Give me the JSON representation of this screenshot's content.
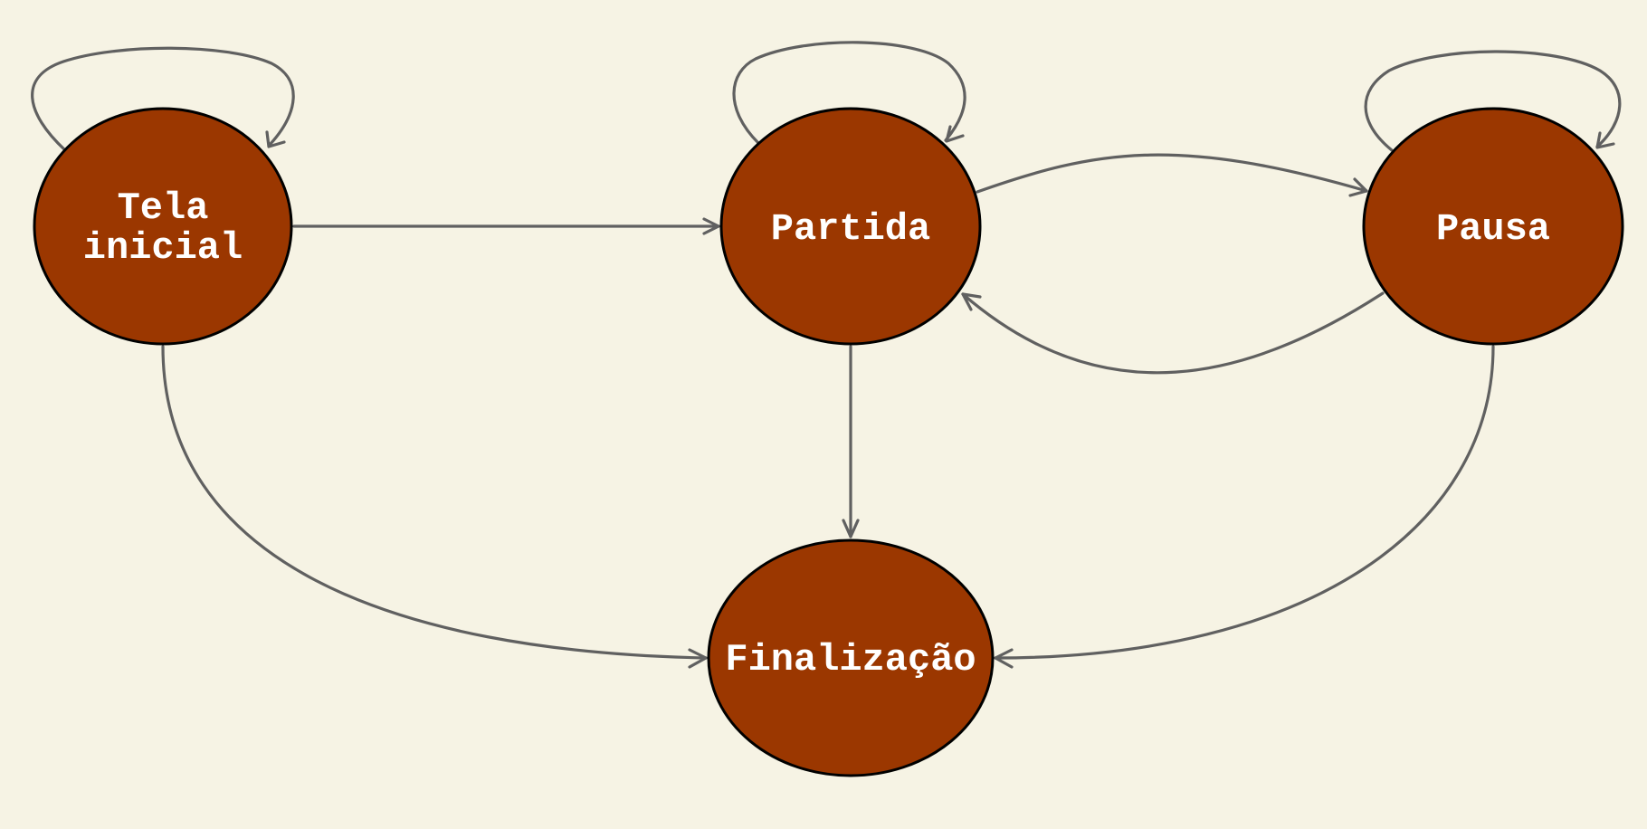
{
  "diagram": {
    "type": "state-diagram",
    "colors": {
      "background": "#f6f3e4",
      "node_fill": "#9b3700",
      "node_border": "#000000",
      "node_text": "#ffffff",
      "edge": "#606060"
    },
    "nodes": [
      {
        "id": "tela_inicial",
        "lines": [
          "Tela",
          "inicial"
        ]
      },
      {
        "id": "partida",
        "lines": [
          "Partida"
        ]
      },
      {
        "id": "pausa",
        "lines": [
          "Pausa"
        ]
      },
      {
        "id": "finalizacao",
        "lines": [
          "Finalização"
        ]
      }
    ],
    "edges": [
      {
        "from": "tela_inicial",
        "to": "tela_inicial"
      },
      {
        "from": "partida",
        "to": "partida"
      },
      {
        "from": "pausa",
        "to": "pausa"
      },
      {
        "from": "tela_inicial",
        "to": "partida"
      },
      {
        "from": "partida",
        "to": "pausa"
      },
      {
        "from": "pausa",
        "to": "partida"
      },
      {
        "from": "partida",
        "to": "finalizacao"
      },
      {
        "from": "tela_inicial",
        "to": "finalizacao"
      },
      {
        "from": "pausa",
        "to": "finalizacao"
      }
    ]
  }
}
